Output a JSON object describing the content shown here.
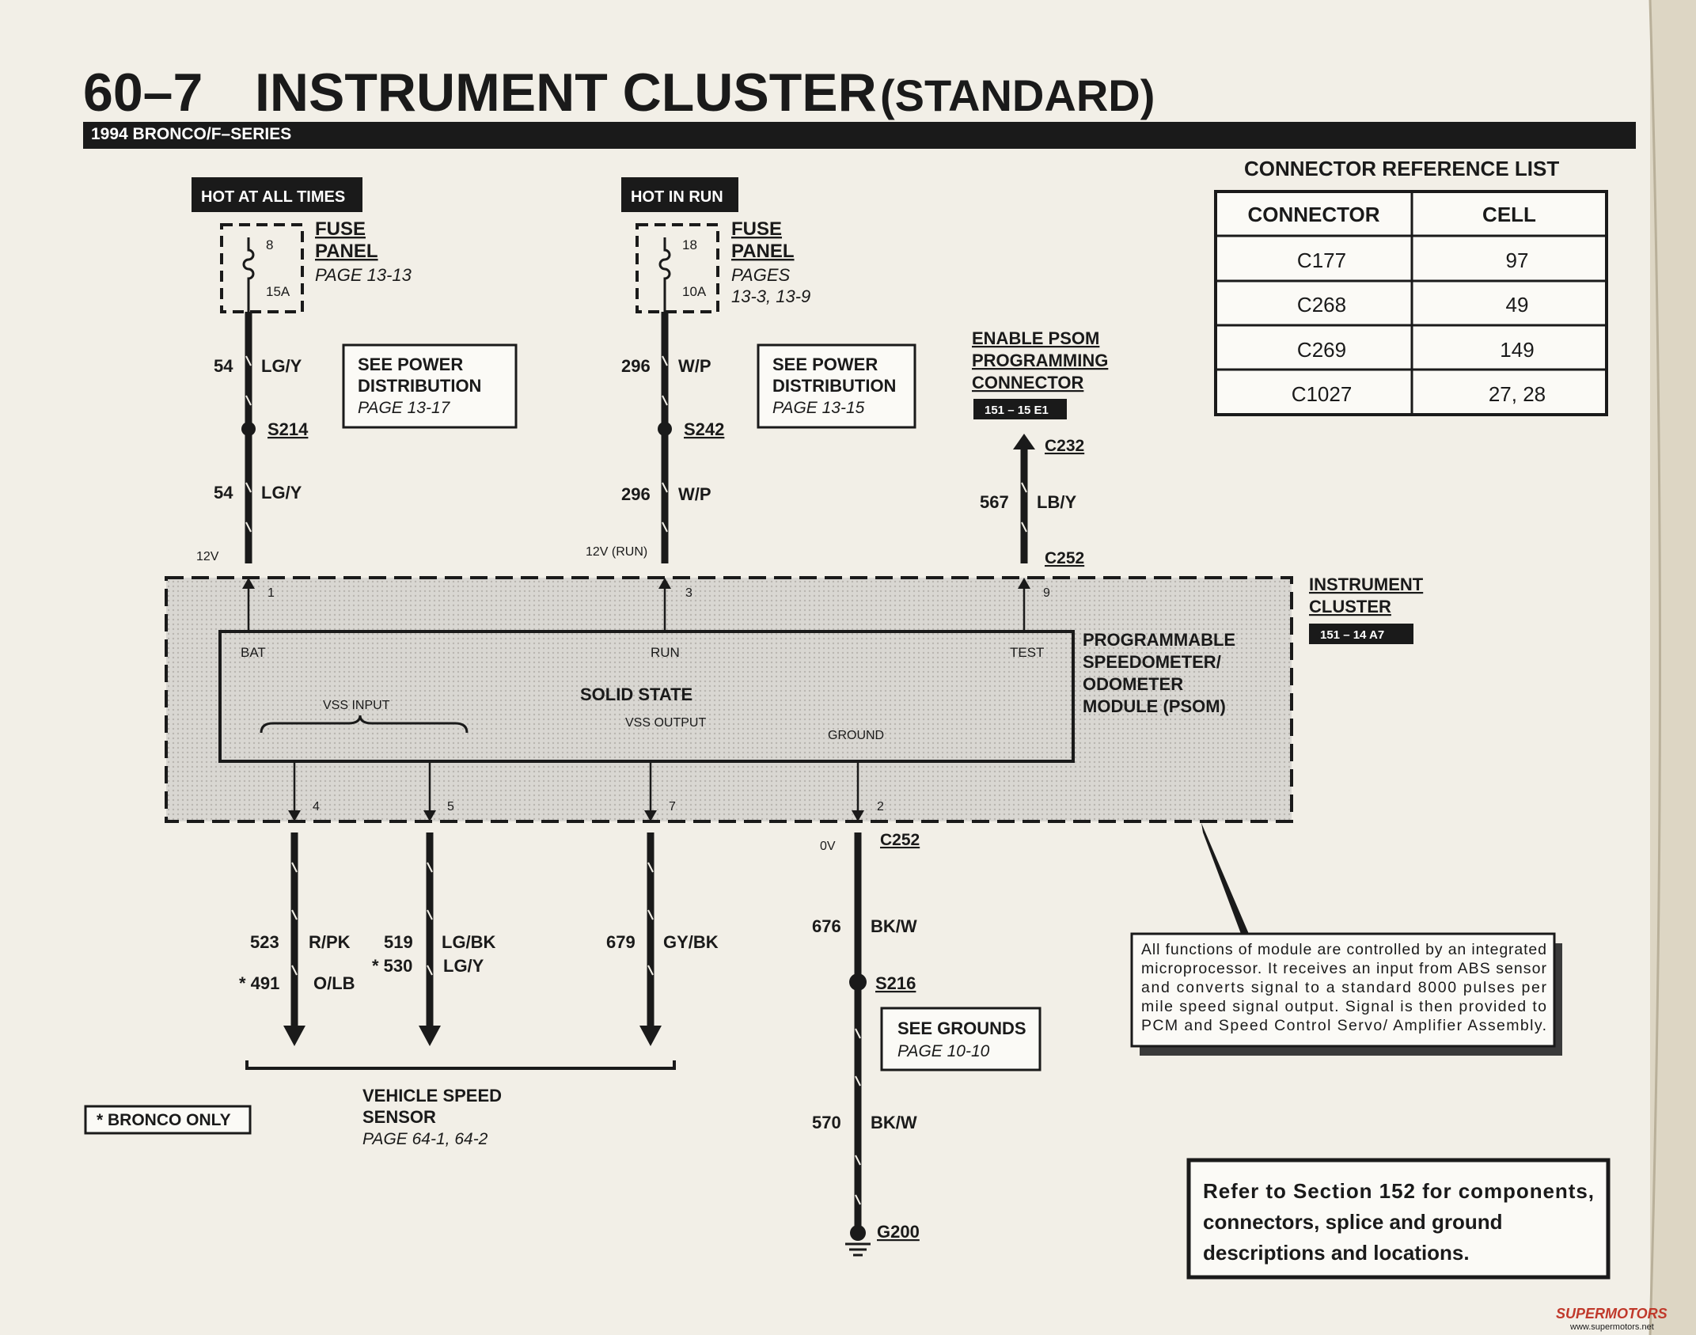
{
  "header": {
    "section": "60–7",
    "title": "INSTRUMENT CLUSTER",
    "qualifier": "(STANDARD)",
    "vehicle": "1994 BRONCO/F–SERIES"
  },
  "power": {
    "hot_all_times": "HOT AT ALL TIMES",
    "hot_in_run": "HOT IN RUN",
    "fuse1": {
      "title1": "FUSE",
      "title2": "PANEL",
      "page": "PAGE 13-13",
      "number": "8",
      "rating": "15A"
    },
    "fuse2": {
      "title1": "FUSE",
      "title2": "PANEL",
      "page1": "PAGES",
      "page2": "13-3, 13-9",
      "number": "18",
      "rating": "10A"
    },
    "see_power1": {
      "l1": "SEE POWER",
      "l2": "DISTRIBUTION",
      "page": "PAGE 13-17"
    },
    "see_power2": {
      "l1": "SEE POWER",
      "l2": "DISTRIBUTION",
      "page": "PAGE 13-15"
    }
  },
  "wires": {
    "w54a": {
      "num": "54",
      "color": "LG/Y"
    },
    "w54b": {
      "num": "54",
      "color": "LG/Y"
    },
    "w296a": {
      "num": "296",
      "color": "W/P"
    },
    "w296b": {
      "num": "296",
      "color": "W/P"
    },
    "w567": {
      "num": "567",
      "color": "LB/Y"
    },
    "w523": {
      "num": "523",
      "color": "R/PK"
    },
    "w491": {
      "num": "* 491",
      "color": "O/LB"
    },
    "w519": {
      "num": "519",
      "color": "LG/BK"
    },
    "w530": {
      "num": "* 530",
      "color": "LG/Y"
    },
    "w679": {
      "num": "679",
      "color": "GY/BK"
    },
    "w676": {
      "num": "676",
      "color": "BK/W"
    },
    "w570": {
      "num": "570",
      "color": "BK/W"
    }
  },
  "splices": {
    "s214": "S214",
    "s242": "S242",
    "s216": "S216",
    "g200": "G200"
  },
  "connectors": {
    "c232": "C232",
    "c252_top": "C252",
    "c252_bottom": "C252"
  },
  "voltages": {
    "v12": "12V",
    "v12run": "12V (RUN)",
    "v0": "0V"
  },
  "pins": {
    "p1": "1",
    "p3": "3",
    "p9": "9",
    "p4": "4",
    "p5": "5",
    "p7": "7",
    "p2": "2"
  },
  "psom_enable": {
    "l1": "ENABLE PSOM",
    "l2": "PROGRAMMING",
    "l3": "CONNECTOR",
    "ref": "151 – 15 E1"
  },
  "cluster": {
    "l1": "INSTRUMENT",
    "l2": "CLUSTER",
    "ref": "151 – 14  A7"
  },
  "module": {
    "bat": "BAT",
    "run": "RUN",
    "test": "TEST",
    "solid_state": "SOLID STATE",
    "vss_input": "VSS INPUT",
    "vss_output": "VSS OUTPUT",
    "ground": "GROUND",
    "name1": "PROGRAMMABLE",
    "name2": "SPEEDOMETER/",
    "name3": "ODOMETER",
    "name4": "MODULE (PSOM)"
  },
  "connector_ref": {
    "title": "CONNECTOR REFERENCE LIST",
    "headers": [
      "CONNECTOR",
      "CELL"
    ],
    "rows": [
      [
        "C177",
        "97"
      ],
      [
        "C268",
        "49"
      ],
      [
        "C269",
        "149"
      ],
      [
        "C1027",
        "27, 28"
      ]
    ]
  },
  "vss": {
    "l1": "VEHICLE SPEED",
    "l2": "SENSOR",
    "page": "PAGE 64-1, 64-2"
  },
  "bronco_only": "* BRONCO ONLY",
  "see_grounds": {
    "l1": "SEE GROUNDS",
    "page": "PAGE 10-10"
  },
  "note": {
    "l1": "All functions of module are controlled by an integrated",
    "l2": "microprocessor. It receives an input from ABS sensor",
    "l3": "and converts signal to a standard 8000 pulses per",
    "l4": "mile speed signal output. Signal is then provided to",
    "l5": "PCM and Speed Control Servo/ Amplifier Assembly."
  },
  "refer": {
    "l1": "Refer to Section 152 for components,",
    "l2": "connectors, splice and ground",
    "l3": "descriptions and locations."
  },
  "watermark": {
    "brand": "SUPERMOTORS",
    "url": "www.supermotors.net"
  }
}
